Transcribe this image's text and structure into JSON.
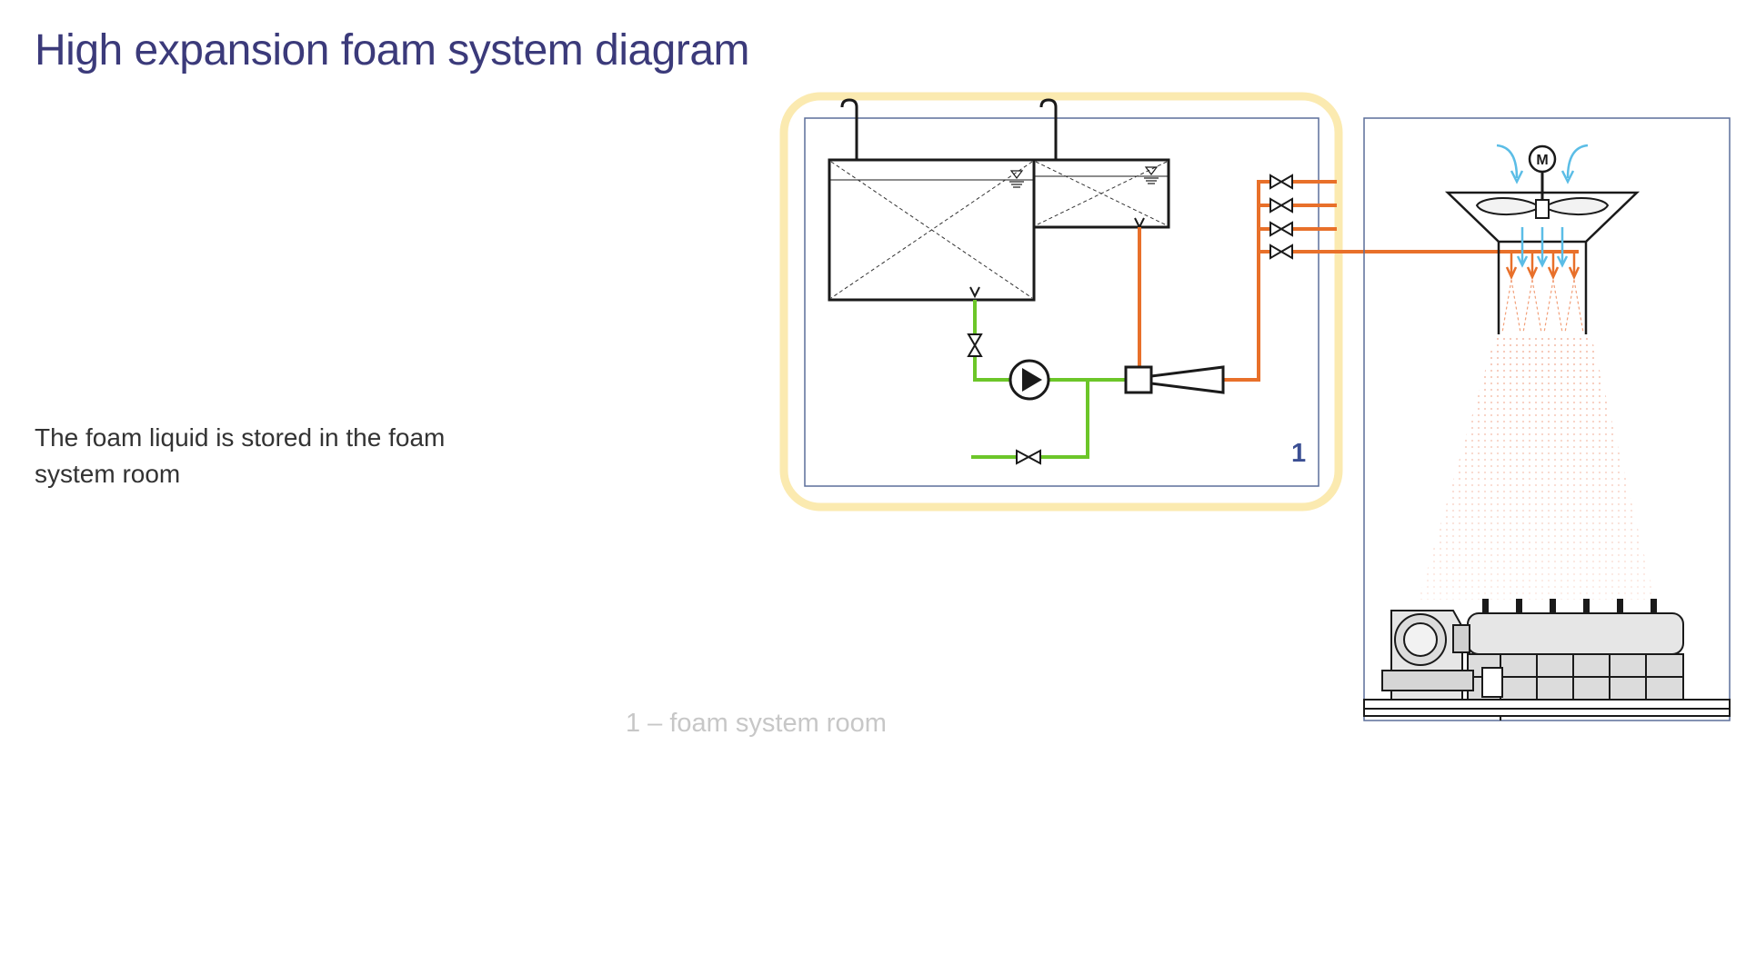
{
  "title": "High expansion foam system diagram",
  "body_text": "The foam liquid is stored in the foam system room",
  "room_number_label": "1",
  "motor_label": "M",
  "legend": "1 – foam system room",
  "colors": {
    "title": "#3b3a7a",
    "highlight": "#fbeab0",
    "room_frame": "#5c6f9a",
    "room_number": "#3b4f93",
    "water_pipe": "#6cc629",
    "foam_pipe": "#e8702a",
    "air_arrow": "#5bbde6",
    "legend_text": "#c7c7c7"
  }
}
